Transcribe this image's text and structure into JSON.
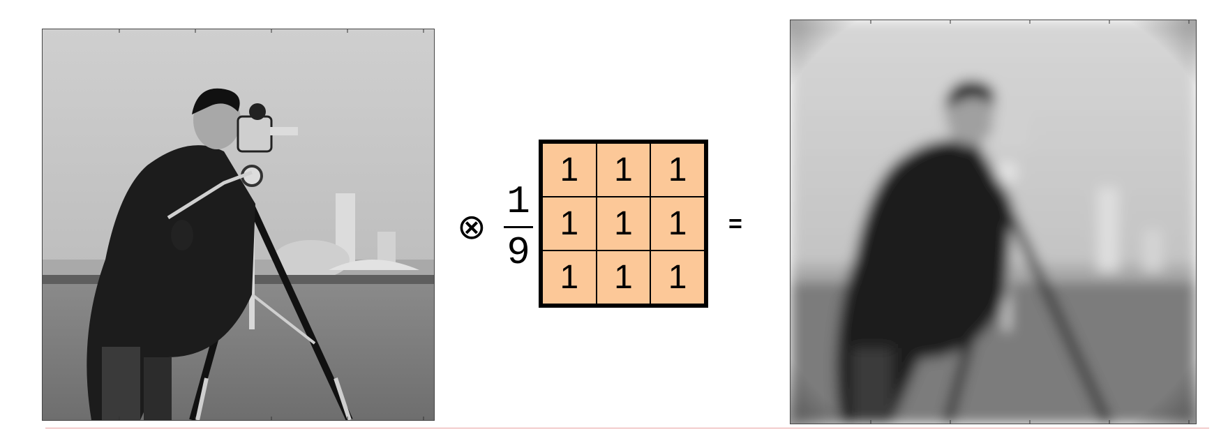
{
  "operator_symbol": "⊗",
  "fraction": {
    "numerator": "1",
    "denominator": "9"
  },
  "kernel": {
    "rows": [
      [
        "1",
        "1",
        "1"
      ],
      [
        "1",
        "1",
        "1"
      ],
      [
        "1",
        "1",
        "1"
      ]
    ],
    "fill_color": "#fcc898"
  },
  "equals_symbol": "=",
  "images": {
    "input": {
      "subject": "cameraman photograph (sharp)"
    },
    "output": {
      "subject": "cameraman photograph (blurred)"
    }
  },
  "colors": {
    "rule": "#e8a0a0"
  }
}
